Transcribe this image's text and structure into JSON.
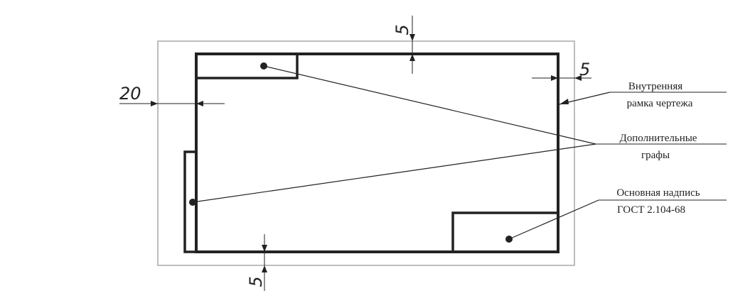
{
  "dimensions": {
    "top": "5",
    "right": "5",
    "left": "20",
    "bottom": "5"
  },
  "labels": {
    "inner_frame": [
      "Внутренняя",
      "рамка чертежа"
    ],
    "additional_columns": [
      "Дополнительные",
      "графы"
    ],
    "title_block": [
      "Основная надпись",
      "ГОСТ 2.104-68"
    ]
  },
  "colors": {
    "ink": "#222222",
    "outer_frame": "#a8a8a8"
  }
}
